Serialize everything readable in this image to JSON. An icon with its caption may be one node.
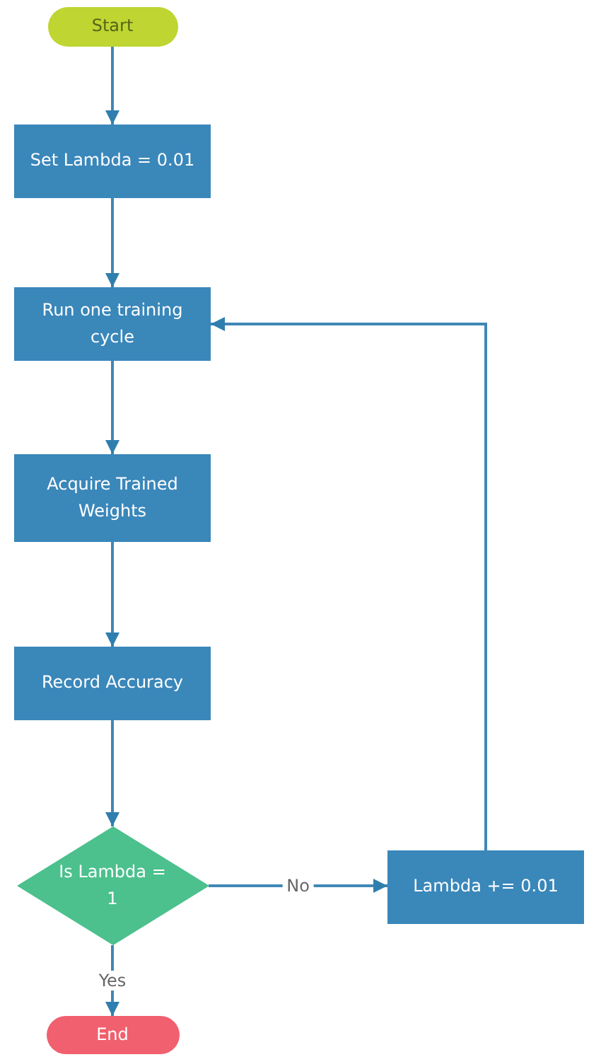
{
  "diagram": {
    "nodes": [
      {
        "text": [
          "Start"
        ]
      },
      {
        "text": [
          "Set Lambda = 0.01"
        ]
      },
      {
        "text": [
          "Run one training cycle"
        ]
      },
      {
        "text": [
          "Acquire Trained Weights"
        ]
      },
      {
        "text": [
          "Record Accuracy"
        ]
      },
      {
        "text": [
          "Is Lambda = 1"
        ]
      },
      {
        "text": [
          "Lambda += 0.01"
        ]
      },
      {
        "text": [
          "End"
        ]
      }
    ],
    "edges": [
      {
        "from": 0,
        "to": 1,
        "arrow": "to"
      },
      {
        "from": 1,
        "to": 2,
        "arrow": "to"
      },
      {
        "from": 2,
        "to": 3,
        "arrow": "to"
      },
      {
        "from": 3,
        "to": 4,
        "arrow": "to"
      },
      {
        "from": 4,
        "to": 5,
        "arrow": "to"
      },
      {
        "from": 5,
        "to": 6,
        "label": "No",
        "arrow": "to"
      },
      {
        "from": 6,
        "to": 2,
        "arrow": "to"
      },
      {
        "from": 5,
        "to": 7,
        "label": "Yes",
        "arrow": "to"
      }
    ]
  }
}
